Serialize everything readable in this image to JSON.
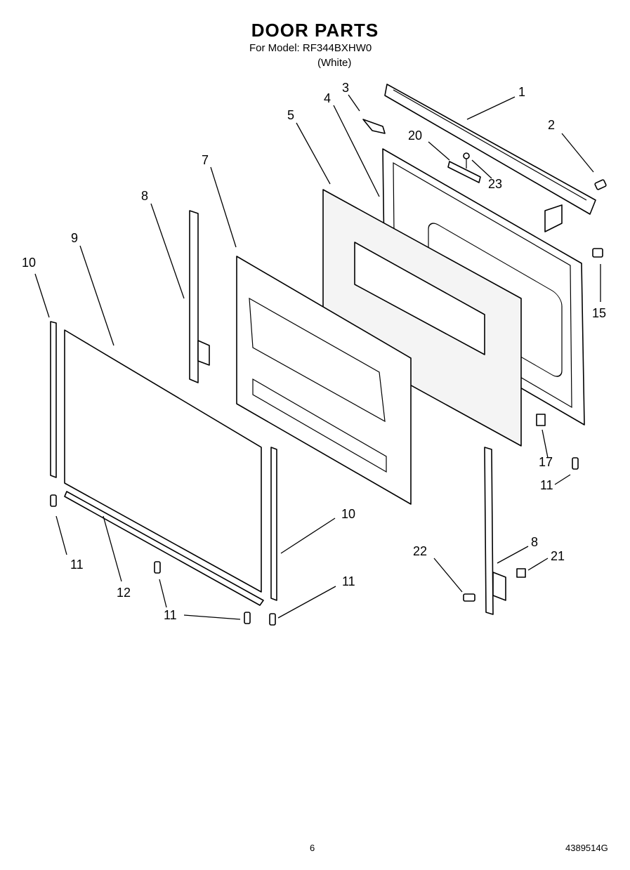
{
  "header": {
    "title": "DOOR PARTS",
    "model_line": "For Model: RF344BXHW0",
    "color_line": "(White)"
  },
  "callouts": [
    {
      "id": "c1",
      "label": "1"
    },
    {
      "id": "c2",
      "label": "2"
    },
    {
      "id": "c3",
      "label": "3"
    },
    {
      "id": "c4",
      "label": "4"
    },
    {
      "id": "c5",
      "label": "5"
    },
    {
      "id": "c7",
      "label": "7"
    },
    {
      "id": "c8a",
      "label": "8"
    },
    {
      "id": "c9",
      "label": "9"
    },
    {
      "id": "c10a",
      "label": "10"
    },
    {
      "id": "c10b",
      "label": "10"
    },
    {
      "id": "c11a",
      "label": "11"
    },
    {
      "id": "c11b",
      "label": "11"
    },
    {
      "id": "c11c",
      "label": "11"
    },
    {
      "id": "c11d",
      "label": "11"
    },
    {
      "id": "c12",
      "label": "12"
    },
    {
      "id": "c15",
      "label": "15"
    },
    {
      "id": "c17",
      "label": "17"
    },
    {
      "id": "c20",
      "label": "20"
    },
    {
      "id": "c21",
      "label": "21"
    },
    {
      "id": "c22",
      "label": "22"
    },
    {
      "id": "c23",
      "label": "23"
    },
    {
      "id": "c8b",
      "label": "8"
    }
  ],
  "footer": {
    "page_number": "6",
    "document_number": "4389514G"
  }
}
